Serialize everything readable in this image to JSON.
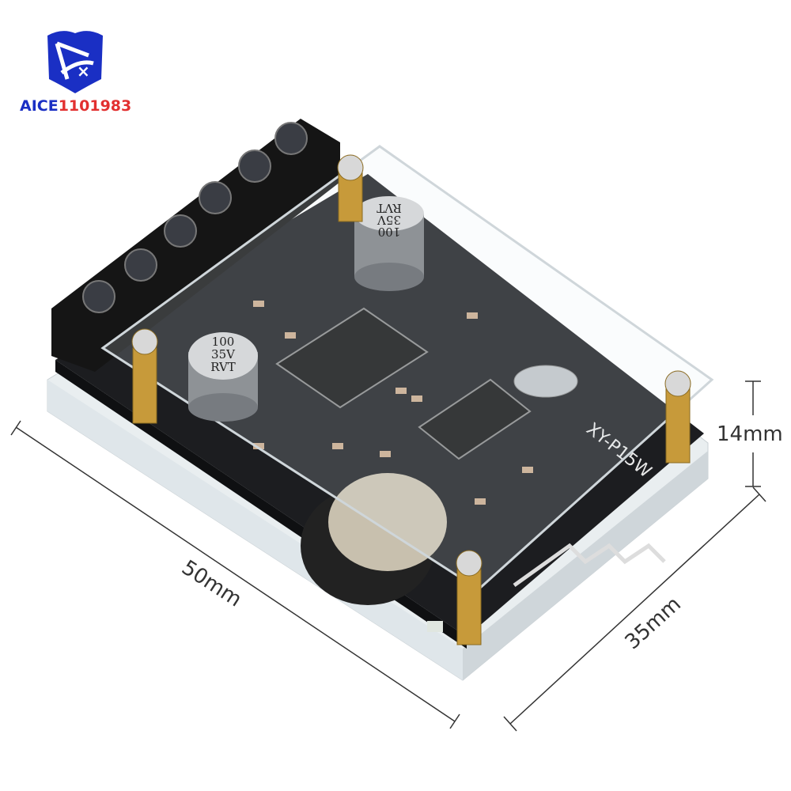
{
  "logo": {
    "text": "AICE1101983",
    "brand_color": "#1a2fc4",
    "accent_color": "#e23030"
  },
  "product": {
    "board_label": "XY-P15W",
    "capacitor_1": [
      "100",
      "35V",
      "RVT"
    ],
    "capacitor_2": [
      "100",
      "35V",
      "RVT"
    ]
  },
  "dimensions": {
    "length": "50mm",
    "width": "35mm",
    "height": "14mm"
  }
}
